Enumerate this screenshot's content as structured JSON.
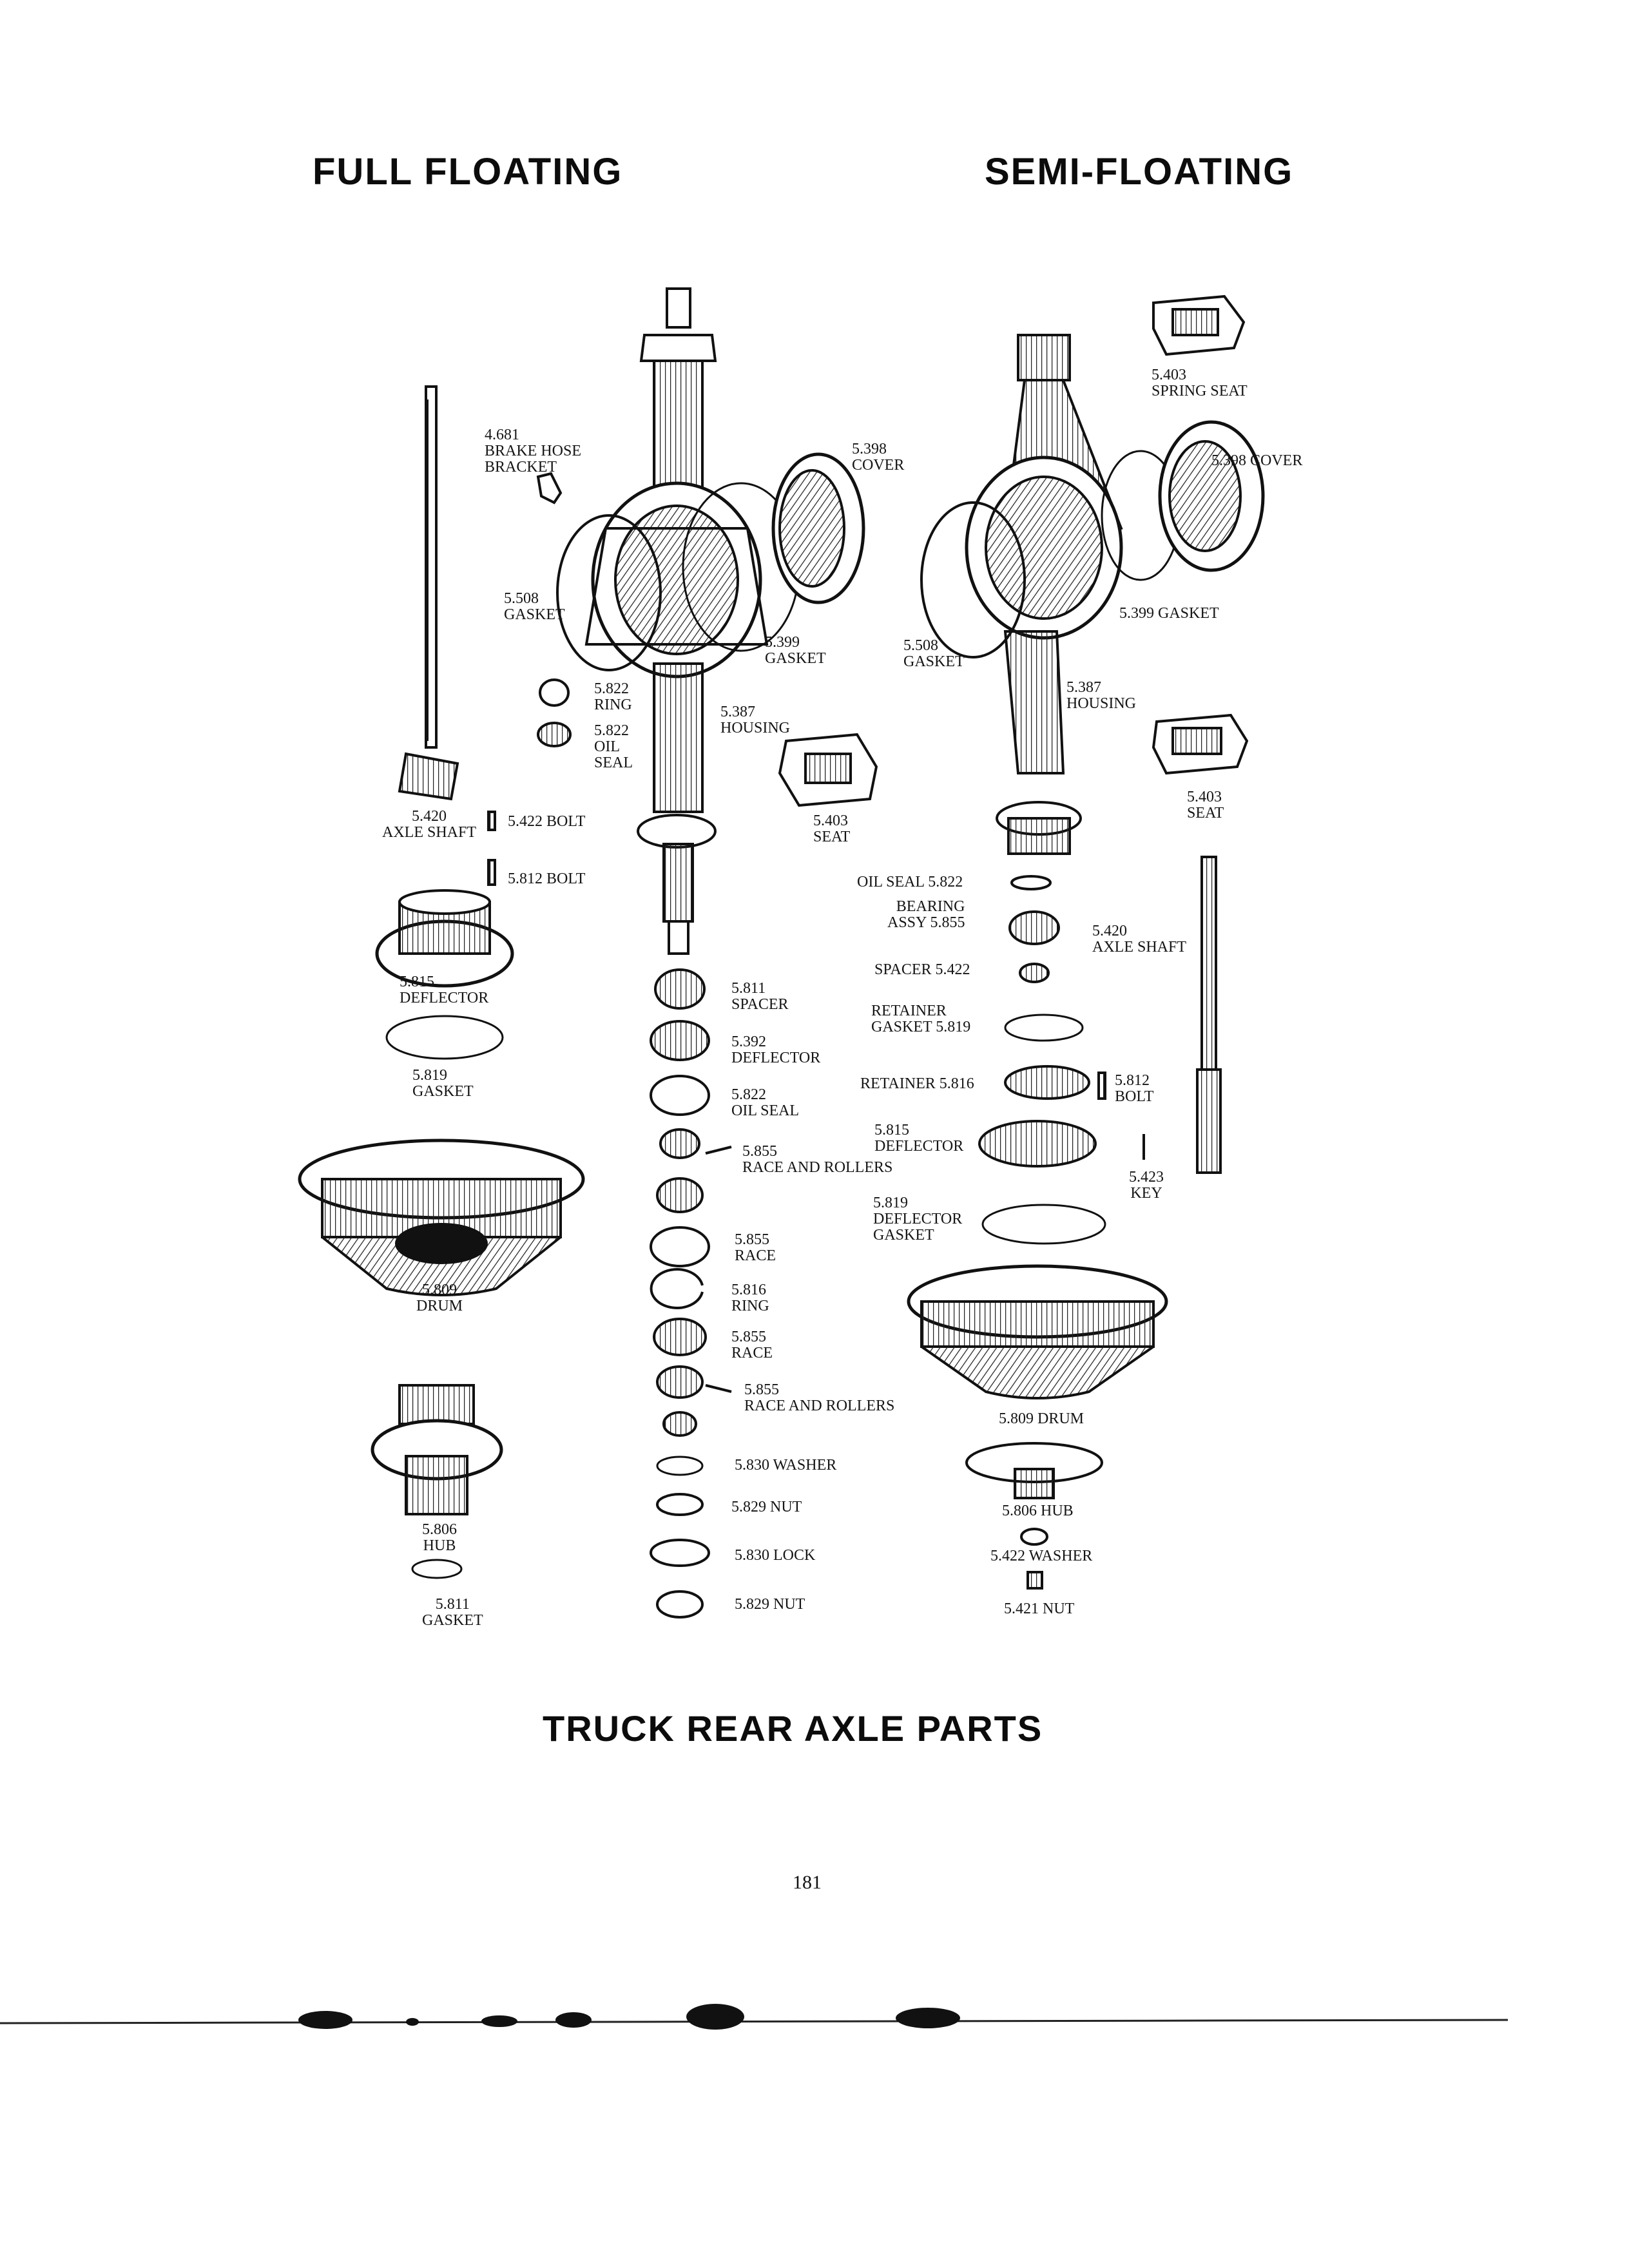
{
  "headings": {
    "full_floating": "FULL FLOATING",
    "semi_floating": "SEMI-FLOATING",
    "title": "TRUCK REAR AXLE PARTS"
  },
  "page_number": "181",
  "full_floating_labels": {
    "brake_hose_bracket": "4.681\nBRAKE HOSE\nBRACKET",
    "cover": "5.398\nCOVER",
    "gasket_508": "5.508\nGASKET",
    "gasket_399": "5.399\nGASKET",
    "ring_822": "5.822\nRING",
    "oil_seal_822": "5.822\nOIL\nSEAL",
    "housing": "5.387\nHOUSING",
    "axle_shaft": "5.420\nAXLE SHAFT",
    "bolt_422": "5.422 BOLT",
    "seat": "5.403\nSEAT",
    "bolt_812": "5.812 BOLT",
    "deflector_815": "5.815\nDEFLECTOR",
    "gasket_819": "5.819\nGASKET",
    "spacer_811": "5.811\nSPACER",
    "deflector_392": "5.392\nDEFLECTOR",
    "oil_seal_bottom": "5.822\nOIL SEAL",
    "race_rollers_1": "5.855\nRACE AND ROLLERS",
    "drum": "5.809\nDRUM",
    "race_1": "5.855\nRACE",
    "ring_816": "5.816\nRING",
    "race_2": "5.855\nRACE",
    "race_rollers_2": "5.855\nRACE AND ROLLERS",
    "washer_830": "5.830 WASHER",
    "nut_829_a": "5.829 NUT",
    "lock_830": "5.830 LOCK",
    "nut_829_b": "5.829 NUT",
    "hub": "5.806\nHUB",
    "gasket_811": "5.811\nGASKET"
  },
  "semi_floating_labels": {
    "spring_seat": "5.403\nSPRING SEAT",
    "cover": "5.398 COVER",
    "gasket_399": "5.399 GASKET",
    "gasket_508": "5.508\nGASKET",
    "housing": "5.387\nHOUSING",
    "seat": "5.403\nSEAT",
    "oil_seal": "OIL SEAL 5.822",
    "bearing_assy": "BEARING\nASSY 5.855",
    "axle_shaft": "5.420\nAXLE SHAFT",
    "spacer": "SPACER 5.422",
    "retainer_gasket": "RETAINER\nGASKET 5.819",
    "retainer": "RETAINER 5.816",
    "bolt": "5.812\nBOLT",
    "deflector": "5.815\nDEFLECTOR",
    "key": "5.423\nKEY",
    "deflector_gasket": "5.819\nDEFLECTOR\nGASKET",
    "drum": "5.809 DRUM",
    "hub": "5.806 HUB",
    "washer": "5.422 WASHER",
    "nut": "5.421 NUT"
  }
}
